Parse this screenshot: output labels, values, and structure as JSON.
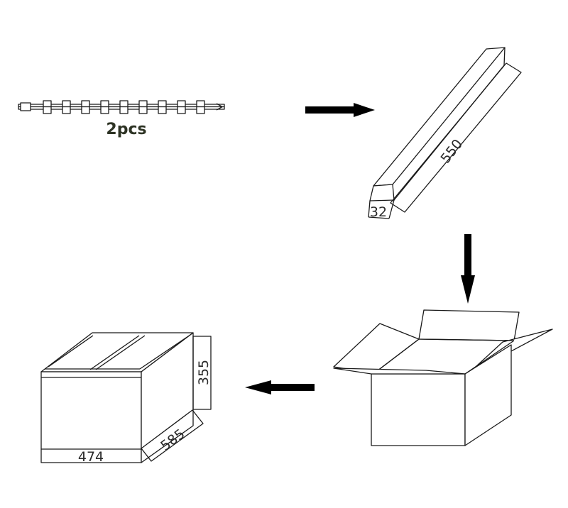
{
  "rail": {
    "quantity_label": "2pcs"
  },
  "package": {
    "length": "550",
    "width": "32"
  },
  "carton": {
    "height": "355",
    "depth": "585",
    "width": "474"
  },
  "colors": {
    "line": "#1a1a1a",
    "label": "#2d3324"
  }
}
